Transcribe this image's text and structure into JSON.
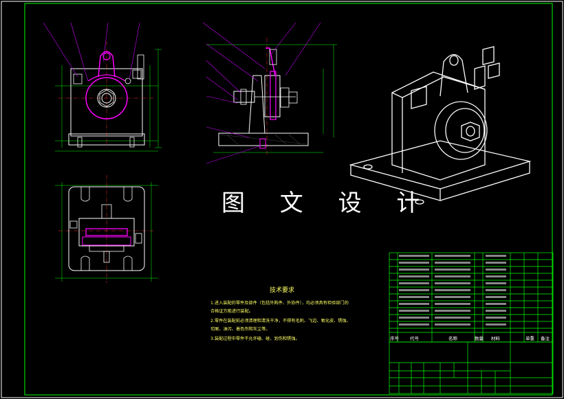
{
  "watermark": "图 文 设 计",
  "requirements": {
    "title": "技术要求",
    "lines": [
      "1.进入装配的零件及部件（包括外购件、外协件），均必须具有检验部门的",
      "合格证方能进行装配。",
      "2.零件在装配前必须清理和清洗干净，不得有毛刺、飞边、氧化皮、锈蚀、",
      "切屑、油污、着色剂和灰尘等。",
      "3.装配过程中零件不允许磕、碰、划伤和锈蚀。"
    ]
  },
  "bom_header": {
    "seq": "序号",
    "code": "代号",
    "name": "名称",
    "qty": "数量",
    "material": "材料",
    "weight": "单重",
    "remark": "备注"
  },
  "colors": {
    "frame": "#00ff00",
    "outline": "#ffffff",
    "part": "#ff00ff",
    "dim": "#00ff00",
    "text": "#ffff66",
    "leader": "#cc00ff"
  }
}
